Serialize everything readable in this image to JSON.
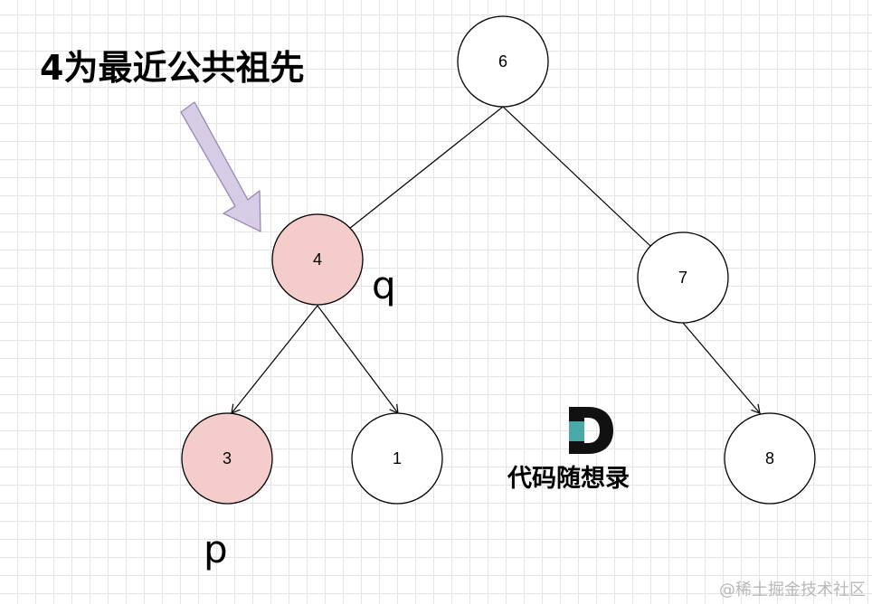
{
  "annotation": {
    "text": "4为最近公共祖先",
    "arrow_fill": "#d7cce6",
    "arrow_stroke": "#9a87b5"
  },
  "tree": {
    "root": {
      "label": "6"
    },
    "left": {
      "label": "4",
      "highlighted": true
    },
    "right": {
      "label": "7"
    },
    "left_left": {
      "label": "3",
      "highlighted": true
    },
    "left_right": {
      "label": "1"
    },
    "right_right": {
      "label": "8"
    },
    "highlight_fill": "#f4cccc",
    "highlight_stroke": "#b85450",
    "normal_fill": "#ffffff"
  },
  "labels": {
    "q": "q",
    "p": "p"
  },
  "logo": {
    "mark_icon": "D-logo-icon",
    "text": "代码随想录",
    "accent_color": "#4aa8a8"
  },
  "watermark": {
    "text": "@稀土掘金技术社区"
  }
}
